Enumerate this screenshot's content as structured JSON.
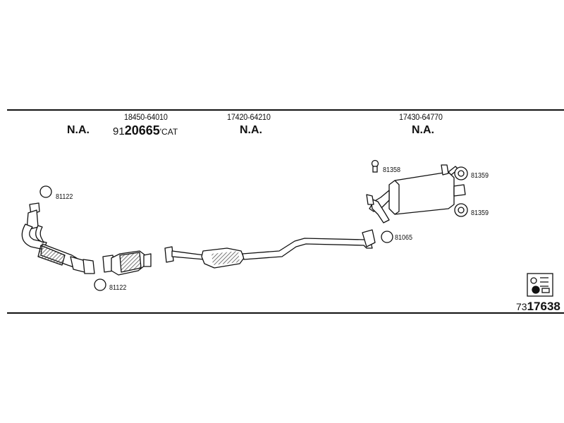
{
  "header": {
    "columns": [
      {
        "part_no": "",
        "status": "N.A."
      },
      {
        "part_no": "18450-64010",
        "catalyst": {
          "prefix": "91",
          "number": "20665",
          "mark": "'",
          "suffix": "CAT"
        }
      },
      {
        "part_no": "17420-64210",
        "status": "N.A."
      },
      {
        "part_no": "17430-64770",
        "status": "N.A."
      }
    ]
  },
  "callouts": {
    "front_gasket": "81122",
    "cat_gasket": "81122",
    "rear_bolt": "81358",
    "rear_hanger_top": "81359",
    "rear_hanger_bottom": "81359",
    "ring": "81065"
  },
  "diagram_number": {
    "prefix": "73",
    "number": "17638"
  },
  "colors": {
    "ink": "#111111",
    "fill": "#ffffff",
    "hatch": "#555555"
  },
  "icons": {
    "kit_symbol": "mounting-kit-icon"
  }
}
